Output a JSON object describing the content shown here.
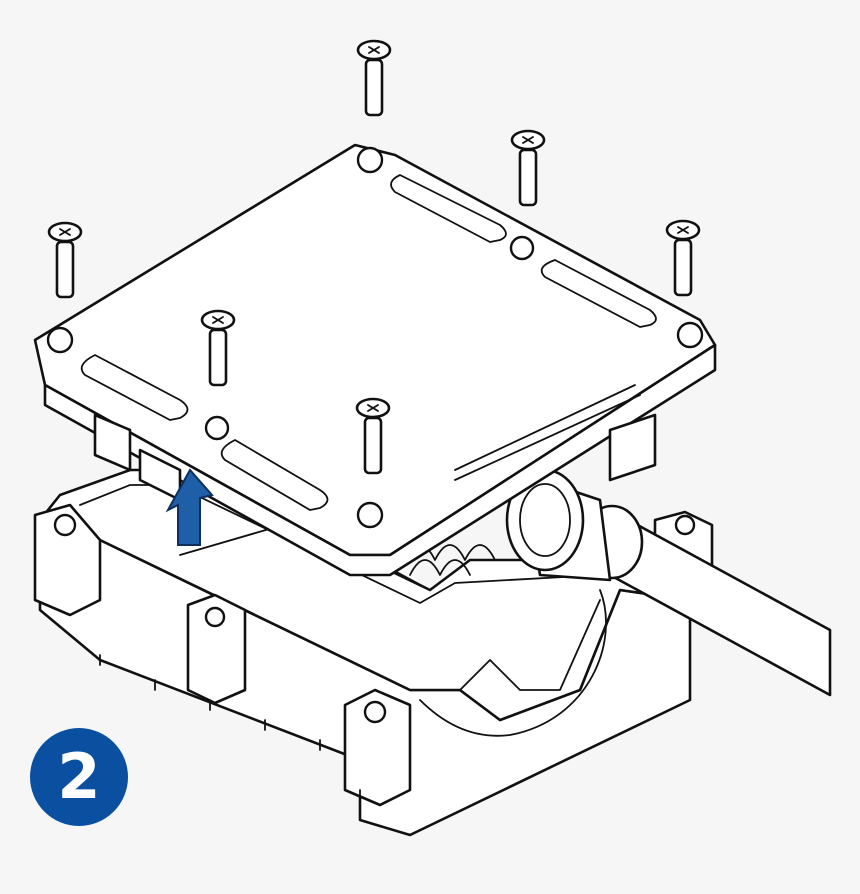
{
  "step": {
    "number": "2",
    "badge_color": "#0a4fa0"
  },
  "arrow": {
    "direction": "up",
    "color": "#1f5fa8"
  },
  "icons": {
    "screw": "screw-icon",
    "arrow": "arrow-up-icon",
    "cable": "cable-icon"
  },
  "screw_count": 6
}
